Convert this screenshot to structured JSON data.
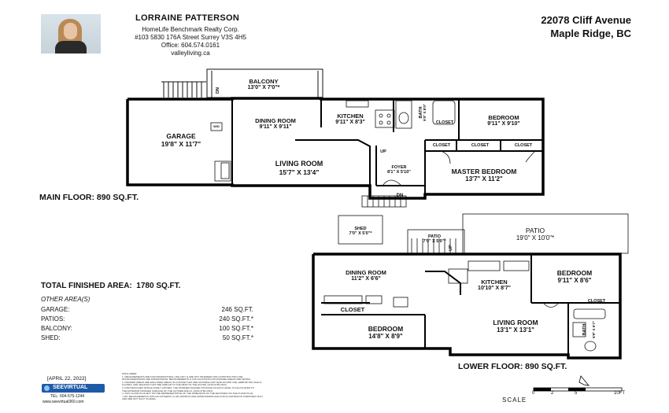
{
  "agent": {
    "name": "LORRAINE PATTERSON",
    "company": "HomeLife Benchmark Realty Corp.",
    "address": "#103 5830 176A Street Surrey V3S 4H5",
    "office": "Office: 604.574.0161",
    "website": "valleyliving.ca"
  },
  "property": {
    "street": "22078 Cliff Avenue",
    "city": "Maple Ridge, BC"
  },
  "main_floor": {
    "title": "MAIN FLOOR: 890 SQ.FT.",
    "rooms": {
      "balcony": {
        "name": "BALCONY",
        "dim": "13'0\" X 7'0\"*"
      },
      "garage": {
        "name": "GARAGE",
        "dim": "19'8\" X 11'7\""
      },
      "dining": {
        "name": "DINING ROOM",
        "dim": "9'11\" X 9'11\""
      },
      "kitchen": {
        "name": "KITCHEN",
        "dim": "9'11\" X 8'3\""
      },
      "bedroom": {
        "name": "BEDROOM",
        "dim": "9'11\" X 9'10\""
      },
      "living": {
        "name": "LIVING ROOM",
        "dim": "15'7\" X 13'4\""
      },
      "foyer": {
        "name": "FOYER",
        "dim": "8'1\" X 5'10\""
      },
      "master": {
        "name": "MASTER BEDROOM",
        "dim": "13'7\" X 11'2\""
      },
      "closet_labels": [
        "CLOSET",
        "CLOSET",
        "CLOSET",
        "CLOSET"
      ],
      "bath": "BATH",
      "bath_dim": "5'0\" X 8'0\"",
      "dn": "DN",
      "up": "UP",
      "dn_entry": "DN",
      "wd": "W/D"
    }
  },
  "lower_floor": {
    "title": "LOWER FLOOR: 890 SQ.FT.",
    "rooms": {
      "shed": {
        "name": "SHED",
        "dim": "7'0\" X 5'0\"*"
      },
      "patio_small": {
        "name": "PATIO",
        "dim": "7'0\" X 5'0\"*"
      },
      "patio": {
        "name": "PATIO",
        "dim": "19'0\" X 10'0\"*"
      },
      "dining": {
        "name": "DINING ROOM",
        "dim": "11'2\" X 6'6\""
      },
      "kitchen": {
        "name": "KITCHEN",
        "dim": "10'10\" X 8'7\""
      },
      "bedroom1": {
        "name": "BEDROOM",
        "dim": "9'11\" X 8'6\""
      },
      "closet1": "CLOSET",
      "closet2": "CLOSET",
      "bedroom2": {
        "name": "BEDROOM",
        "dim": "14'8\" X 8'9\""
      },
      "living": {
        "name": "LIVING ROOM",
        "dim": "13'1\" X 13'1\""
      },
      "bath": "BATH",
      "bath_dim": "5'9\" X 5'7\"",
      "up": "UP"
    }
  },
  "areas": {
    "total": "TOTAL FINISHED AREA:  1780 SQ.FT.",
    "other_heading": "OTHER AREA(S)",
    "rows": [
      {
        "label": "GARAGE:",
        "value": "246 SQ.FT."
      },
      {
        "label": "PATIOS:",
        "value": "240 SQ.FT.*"
      },
      {
        "label": "BALCONY:",
        "value": "100 SQ.FT.*"
      },
      {
        "label": "SHED:",
        "value": "50 SQ.FT.*"
      }
    ]
  },
  "footer": {
    "date": "[APRIL 22, 2022]",
    "brand": "SEEVIRTUAL",
    "tel": "TEL: 604-575-1244",
    "web": "www.seevirtual360.com",
    "disclaimer_title": "DISCLAIMER:",
    "disclaimer": [
      "1. MEASUREMENTS ARE FOR PROMOTIONAL USE ONLY & ARE NOT INTENDED FOR CONSTRUCTION USE.",
      "ROOM DIMENSIONS ARE APPROXIMATE. MEASUREMENTS & CALCULATIONS FOR FINISHED AREAS ARE GROSS.",
      "2. FINISHED AREAS ARE ENCLOSED AREAS IN A HOUSE THAT ARE SUITABLE FOR YEAR ROUND USE, EMBODYING WALLS,",
      "FLOORS, AND CEILINGS THAT ARE SIMILAR TO THE REST OF THE HOUSE. (ANSI Z765-2013)",
      "3. FOR DETACHED SINGLE FAMILY HOUSES, THE FINISHED SQUARE FOOTAGE OF EACH LEVEL IS CALCULATED TO",
      "THE EXTERIOR FINISHED SURFACE OF THE OUTSIDE WALLS. (ANSI Z765-2013)",
      "4. THIS FLOOR PLAN MAY NOT BE REPRESENTATIVE OF THE DIMENSION OF THE FEATURES ON THE FLOOR PLAN.",
      "* ANY MEASUREMENTS WITH AN ASTERISK (*) OR (APPROX) ARE APPROXIMATE AND FOR ILLUSTRATION PURPOSES ONLY",
      "AND ARE NOT SQ.FT IN AREA."
    ],
    "scale_label": "SCALE",
    "scale_ticks": [
      "0",
      "2",
      "5",
      "10FT"
    ]
  }
}
